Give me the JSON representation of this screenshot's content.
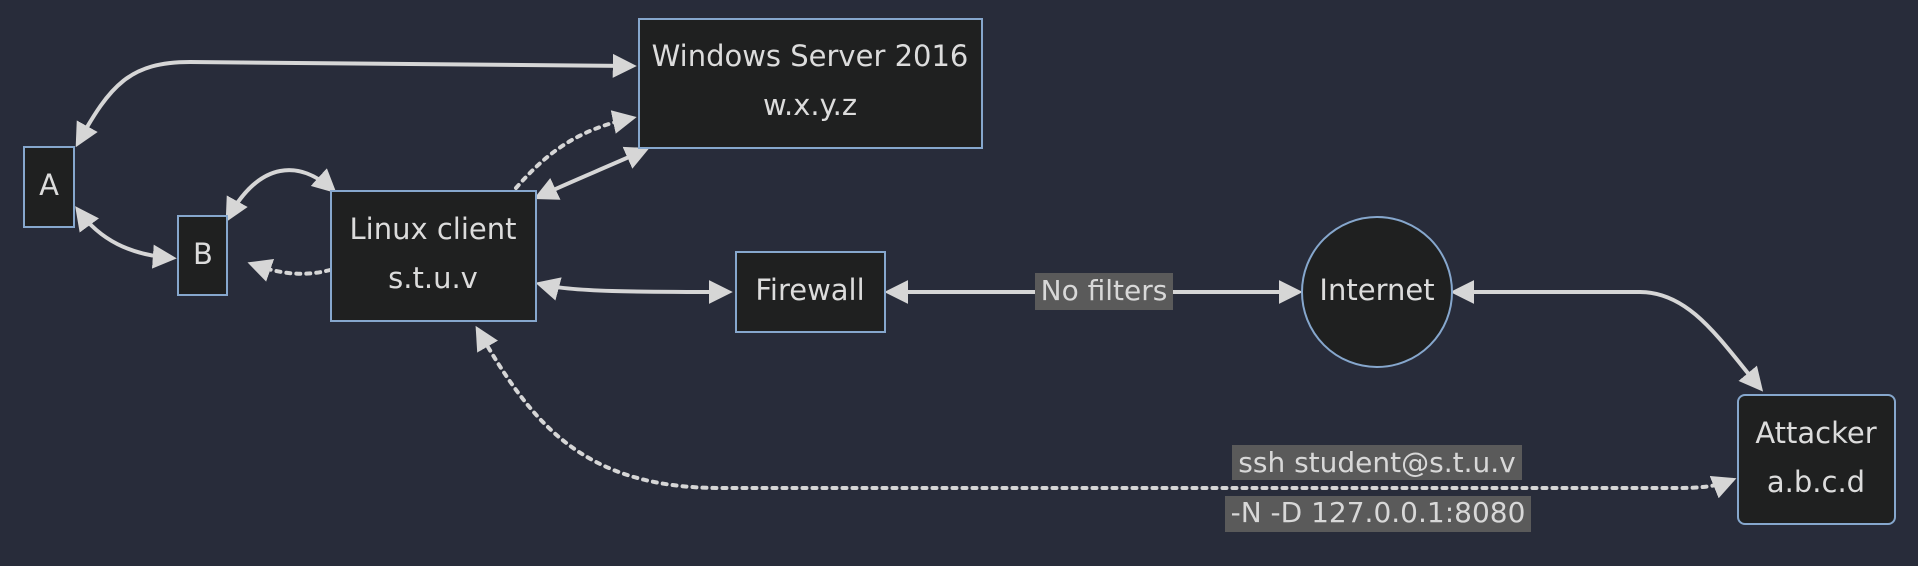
{
  "nodes": {
    "a": {
      "label": "A"
    },
    "b": {
      "label": "B"
    },
    "windows_server": {
      "line1": "Windows Server 2016",
      "line2": "w.x.y.z"
    },
    "linux_client": {
      "line1": "Linux client",
      "line2": "s.t.u.v"
    },
    "firewall": {
      "label": "Firewall"
    },
    "internet": {
      "label": "Internet"
    },
    "attacker": {
      "line1": "Attacker",
      "line2": "a.b.c.d"
    }
  },
  "edges": {
    "firewall_internet": {
      "label": "No filters"
    },
    "ssh_tunnel": {
      "line1": "ssh student@s.t.u.v",
      "line2": "-N -D 127.0.0.1:8080"
    }
  },
  "colors": {
    "background": "#282c3a",
    "node_fill": "#1f2020",
    "node_border": "#86a7cd",
    "edge": "#d6d6d6",
    "label_bg": "#5a5a5a"
  }
}
